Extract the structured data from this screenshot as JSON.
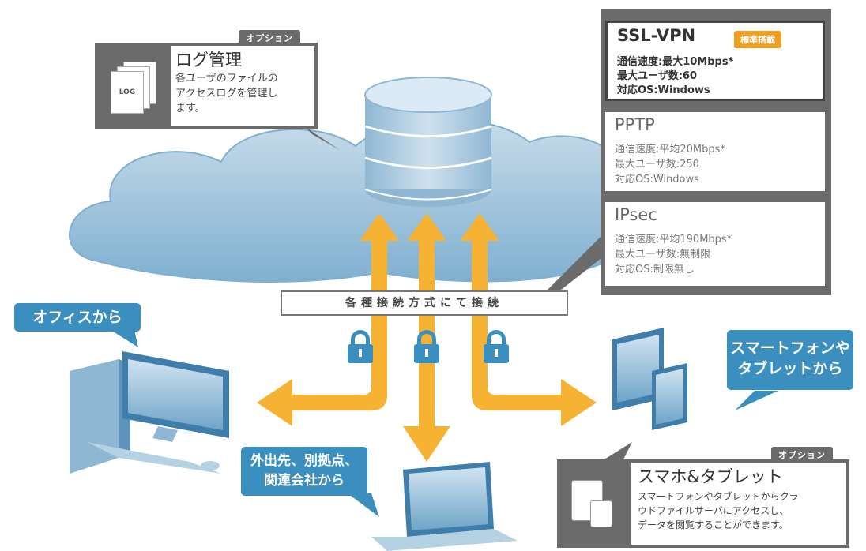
{
  "option_log": {
    "tag": "オプション",
    "title": "ログ管理",
    "desc": [
      "各ユーザのファイルの",
      "アクセスログを管理し",
      "ます。"
    ],
    "icon_label": "LOG"
  },
  "vpn_options": [
    {
      "name": "SSL-VPN",
      "badge": "標準搭載",
      "speed": "通信速度:最大10Mbps*",
      "users": "最大ユーザ数:60",
      "os": "対応OS:Windows"
    },
    {
      "name": "PPTP",
      "speed": "通信速度:平均20Mbps*",
      "users": "最大ユーザ数:250",
      "os": "対応OS:Windows"
    },
    {
      "name": "IPsec",
      "speed": "通信速度:平均190Mbps*",
      "users": "最大ユーザ数:無制限",
      "os": "対応OS:制限無し"
    }
  ],
  "connect_label": "各種接続方式にて接続",
  "bubbles": {
    "office": "オフィスから",
    "mobile": [
      "スマートフォンや",
      "タブレットから"
    ],
    "outside": [
      "外出先、別拠点、",
      "関連会社から"
    ]
  },
  "option_smart": {
    "tag": "オプション",
    "title": "スマホ&タブレット",
    "desc": [
      "スマートフォンやタブレットからクラ",
      "ウドファイルサーバにアクセスし、",
      "データを閲覧することができます。"
    ]
  },
  "colors": {
    "cloud": "#9fc4dd",
    "arrow": "#f6b233",
    "bubble": "#3a8fbf",
    "panel": "#6b6b6b",
    "badge": "#f0a020"
  }
}
